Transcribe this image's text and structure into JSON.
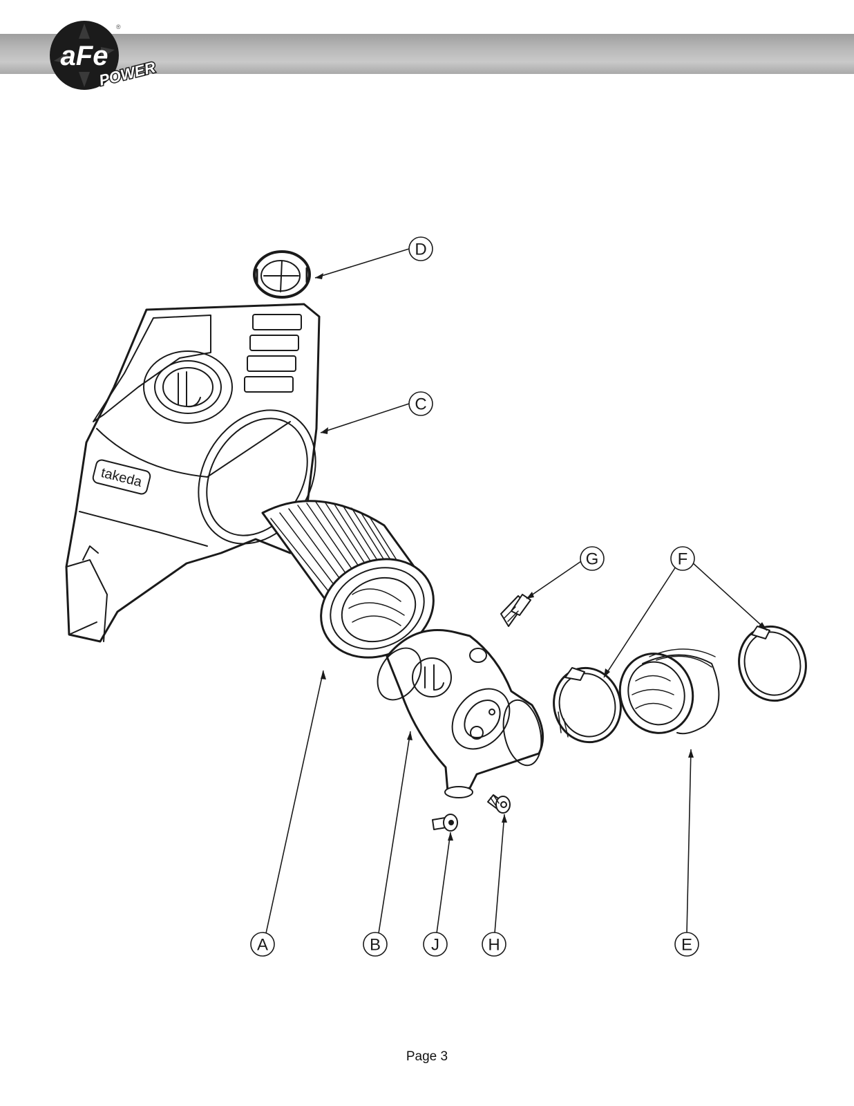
{
  "header": {
    "logo_main": "aFe",
    "logo_sub": "POWER"
  },
  "callouts": {
    "a": "A",
    "b": "B",
    "c": "C",
    "d": "D",
    "e": "E",
    "f": "F",
    "g": "G",
    "h": "H",
    "j": "J"
  },
  "part_marks": {
    "housing_brand": "takeda"
  },
  "footer": {
    "page_label": "Page 3"
  }
}
